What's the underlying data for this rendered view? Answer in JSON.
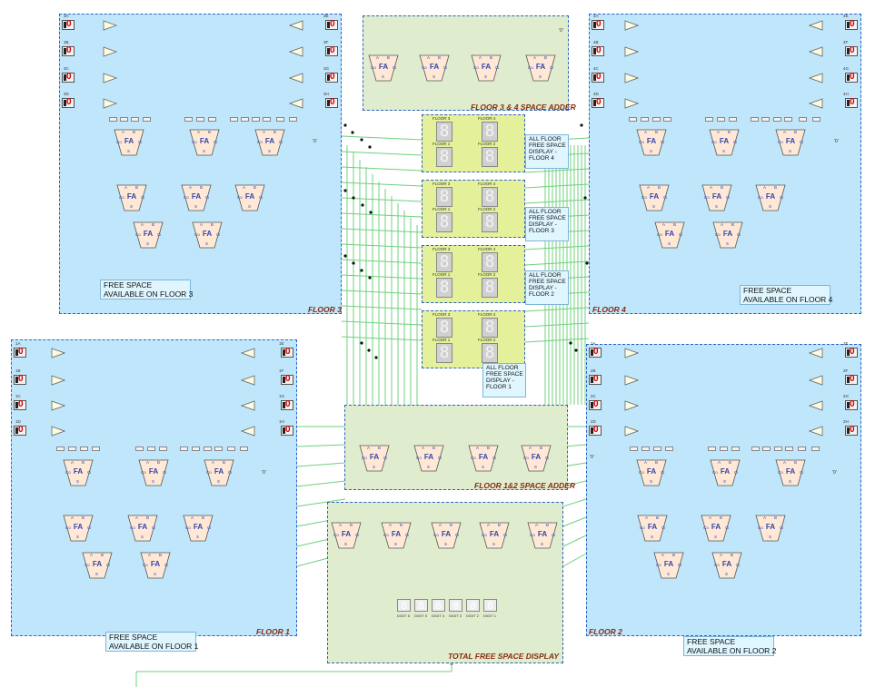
{
  "colors": {
    "floor_bg": "#bfe6fa",
    "adder_bg": "#dfeccd",
    "display_bg": "#e4f09a",
    "region_border": "#2b63c6",
    "wire": "#6fd07c",
    "title_text": "#8a2a10",
    "fa_text": "#3444a8",
    "input_value": "#d40000"
  },
  "regions": {
    "floor3": {
      "title": "FLOOR 3",
      "note": [
        "FREE SPACE",
        "AVAILABLE ON FLOOR 3"
      ]
    },
    "floor4": {
      "title": "FLOOR 4",
      "note": [
        "FREE SPACE",
        "AVAILABLE ON FLOOR 4"
      ]
    },
    "floor1": {
      "title": "FLOOR 1",
      "note": [
        "FREE SPACE",
        "AVAILABLE ON FLOOR 1"
      ]
    },
    "floor2": {
      "title": "FLOOR 2",
      "note": [
        "FREE SPACE",
        "AVAILABLE ON FLOOR 2"
      ]
    },
    "adder34": {
      "title": "FLOOR 3 & 4 SPACE ADDER"
    },
    "adder12": {
      "title": "FLOOR 1&2 SPACE ADDER"
    },
    "total": {
      "title": "TOTAL FREE SPACE DISPLAY"
    }
  },
  "displays": [
    {
      "note": [
        "ALL FLOOR",
        "FREE SPACE",
        "DISPLAY -",
        "FLOOR 4"
      ],
      "labels": [
        "FLOOR 3",
        "FLOOR 4",
        "FLOOR 1",
        "FLOOR 2"
      ]
    },
    {
      "note": [
        "ALL FLOOR",
        "FREE SPACE",
        "DISPLAY -",
        "FLOOR 3"
      ],
      "labels": [
        "FLOOR 3",
        "FLOOR 4",
        "FLOOR 1",
        "FLOOR 2"
      ]
    },
    {
      "note": [
        "ALL FLOOR",
        "FREE SPACE",
        "DISPLAY -",
        "FLOOR 2"
      ],
      "labels": [
        "FLOOR 3",
        "FLOOR 4",
        "FLOOR 1",
        "FLOOR 2"
      ]
    },
    {
      "note": [
        "ALL FLOOR",
        "FREE SPACE",
        "DISPLAY -",
        "FLOOR 1"
      ],
      "labels": [
        "FLOOR 3",
        "FLOOR 4",
        "FLOOR 1",
        "FLOOR 2"
      ]
    }
  ],
  "fa": {
    "label": "FA",
    "pin_a": "A",
    "pin_b": "B",
    "pin_co": "Co",
    "pin_ci": "Ci",
    "pin_s": "S"
  },
  "seg_digit": "8",
  "input_value": "0",
  "const_zero": "'0'",
  "inputs": {
    "floor3_left": [
      "3A",
      "3B",
      "3C",
      "3D"
    ],
    "floor3_right": [
      "3E",
      "3F",
      "3G",
      "3H"
    ],
    "floor4_left": [
      "4A",
      "4B",
      "4C",
      "4D"
    ],
    "floor4_right": [
      "4E",
      "4F",
      "4G",
      "4H"
    ],
    "floor1_left": [
      "1A",
      "1B",
      "1C",
      "1D"
    ],
    "floor1_right": [
      "1E",
      "1F",
      "1G",
      "1H"
    ],
    "floor2_left": [
      "2A",
      "2B",
      "2C",
      "2D"
    ],
    "floor2_right": [
      "2E",
      "2F",
      "2G",
      "2H"
    ]
  },
  "total_digits": [
    "DIGIT 6",
    "DIGIT 5",
    "DIGIT 4",
    "DIGIT 3",
    "DIGIT 2",
    "DIGIT 1"
  ]
}
